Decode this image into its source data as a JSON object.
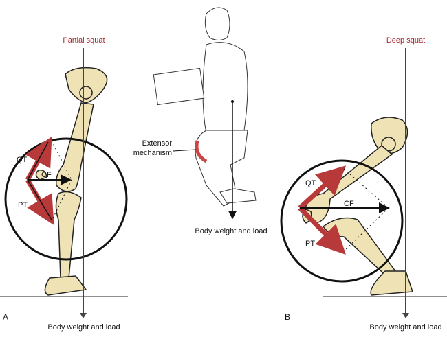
{
  "panel_a": {
    "letter": "A",
    "title": "Partial squat",
    "load_label": "Body weight and load",
    "force_labels": {
      "qt": "QT",
      "cf": "CF",
      "pt": "PT"
    }
  },
  "center": {
    "extensor_label_line1": "Extensor",
    "extensor_label_line2": "mechanism",
    "load_label": "Body weight and load"
  },
  "panel_b": {
    "letter": "B",
    "title": "Deep squat",
    "load_label": "Body weight and load",
    "force_labels": {
      "qt": "QT",
      "cf": "CF",
      "pt": "PT"
    }
  },
  "colors": {
    "title": "#a3262a",
    "tendon_arrow": "#b8393a",
    "bone": "#efe2b4"
  }
}
